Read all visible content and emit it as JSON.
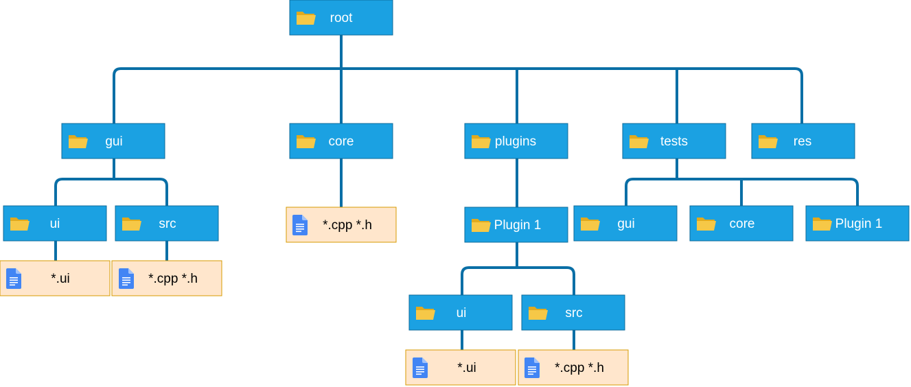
{
  "colors": {
    "connector": "#0a6fa6",
    "folder_fill": "#1ba1e2",
    "folder_border": "#0d6a99",
    "file_fill": "#ffe6cc",
    "file_border": "#d79b00",
    "folder_icon": "#f6c847",
    "file_icon": "#4285f4",
    "folder_text": "#ffffff",
    "file_text": "#000000"
  },
  "icons": {
    "folder": "folder-icon",
    "file": "file-icon"
  },
  "nodes": {
    "root": "root",
    "gui": "gui",
    "core": "core",
    "plugins": "plugins",
    "tests": "tests",
    "res": "res",
    "gui_ui": "ui",
    "gui_src": "src",
    "gui_ui_files": "*.ui",
    "gui_src_files": "*.cpp *.h",
    "core_files": "*.cpp *.h",
    "plugin1": "Plugin 1",
    "plugin1_ui": "ui",
    "plugin1_src": "src",
    "plugin1_ui_files": "*.ui",
    "plugin1_src_files": "*.cpp *.h",
    "tests_gui": "gui",
    "tests_core": "core",
    "tests_plugin1": "Plugin 1"
  }
}
